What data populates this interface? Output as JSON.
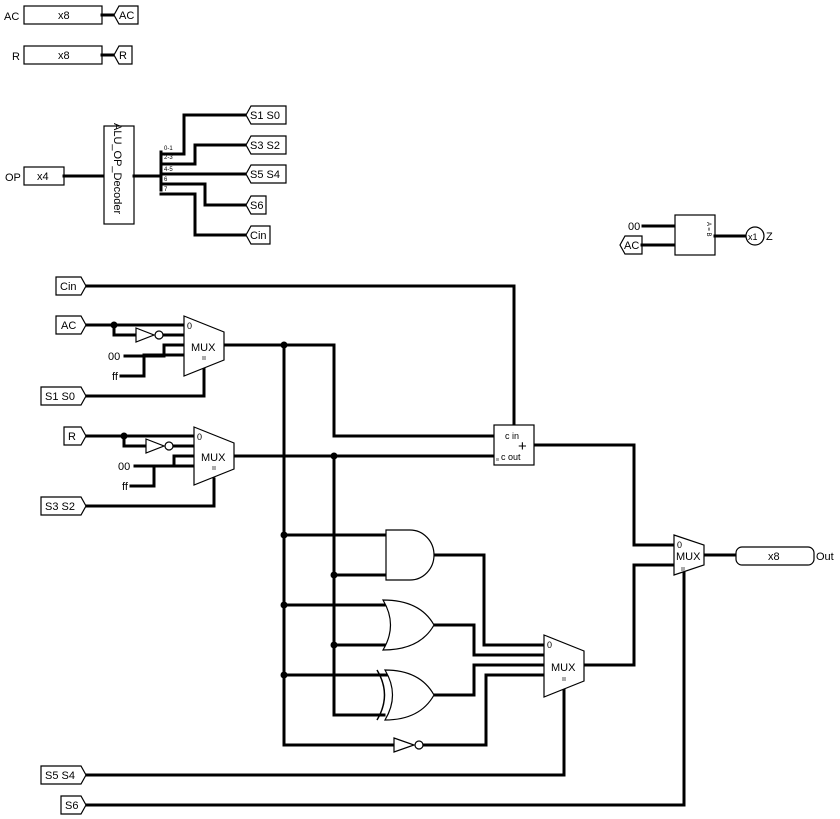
{
  "registers": {
    "ac": {
      "label": "AC",
      "width": "x8",
      "tunnel": "AC"
    },
    "r": {
      "label": "R",
      "width": "x8",
      "tunnel": "R"
    }
  },
  "op": {
    "label": "OP",
    "width": "x4"
  },
  "decoder": {
    "name": "ALU_OP_Decoder",
    "split_labels": [
      "0-1",
      "2-3",
      "4-5",
      "6",
      "7"
    ],
    "outputs": [
      "S1 S0",
      "S3 S2",
      "S5 S4",
      "S6",
      "Cin"
    ]
  },
  "zero": {
    "const": "00",
    "ac": "AC",
    "cmp": "A = B",
    "width": "x1",
    "label": "Z"
  },
  "inputs": {
    "cin": "Cin",
    "ac": "AC",
    "r": "R",
    "s1s0": "S1 S0",
    "s3s2": "S3 S2",
    "s5s4": "S5 S4",
    "s6": "S6"
  },
  "consts": {
    "c00": "00",
    "cff": "ff"
  },
  "mux": {
    "label": "MUX",
    "zero": "0"
  },
  "adder": {
    "cin": "c in",
    "cout": "c out",
    "sym": "+"
  },
  "output": {
    "width": "x8",
    "label": "Out"
  }
}
